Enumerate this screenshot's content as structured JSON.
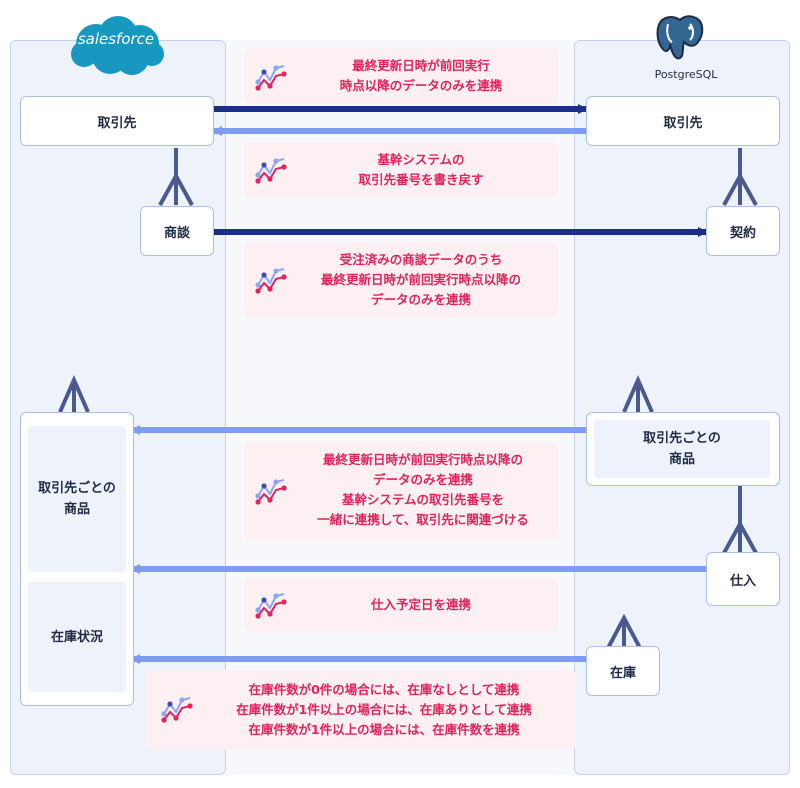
{
  "logos": {
    "left": "salesforce",
    "right": "PostgreSQL"
  },
  "left_boxes": {
    "account": "取引先",
    "deal": "商談",
    "products": "取引先ごとの\n商品",
    "stock": "在庫状況"
  },
  "right_boxes": {
    "account": "取引先",
    "contract": "契約",
    "products": "取引先ごとの\n商品",
    "purchase": "仕入",
    "stock": "在庫"
  },
  "notes": [
    "最終更新日時が前回実行\n時点以降のデータのみを連携",
    "基幹システムの\n取引先番号を書き戻す",
    "受注済みの商談データのうち\n最終更新日時が前回実行時点以降の\nデータのみを連携",
    "最終更新日時が前回実行時点以降の\nデータのみを連携\n基幹システムの取引先番号を\n一緒に連携して、取引先に関連づける",
    "仕入予定日を連携",
    "在庫件数が0件の場合には、在庫なしとして連携\n在庫件数が1件以上の場合には、在庫ありとして連携\n在庫件数が1件以上の場合には、在庫件数を連携"
  ],
  "colors": {
    "dark_arrow": "#1c2f86",
    "light_arrow": "#7f9cf5",
    "relation_line": "#4a5a8e",
    "note_bg": "#fdf0f3",
    "note_text": "#e0245e",
    "salesforce_blue": "#1798c1",
    "lane_bg": "#eef2fb"
  },
  "icons": {
    "note_icon": "integration-chart-icon",
    "left_logo": "salesforce-cloud-logo",
    "right_logo": "postgresql-elephant-logo"
  }
}
